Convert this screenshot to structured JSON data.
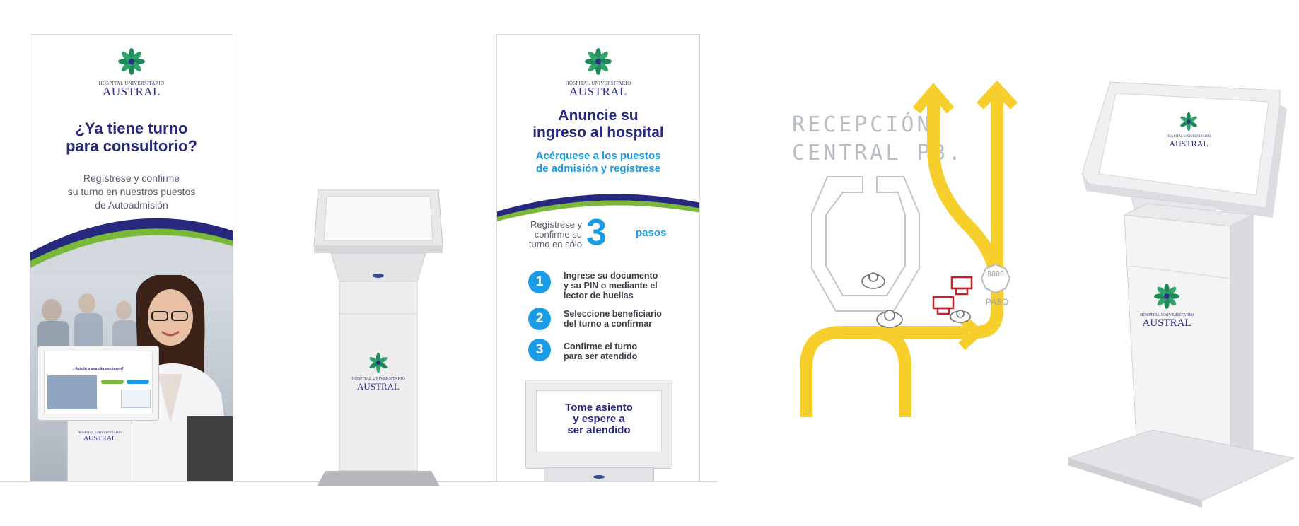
{
  "logo": {
    "subtitle": "HOSPITAL UNIVERSITARIO",
    "name": "AUSTRAL"
  },
  "banner1": {
    "headline_line1": "¿Ya tiene turno",
    "headline_line2": "para consultorio?",
    "body_line1": "Regístrese y confirme",
    "body_line2": "su turno en nuestros puestos",
    "body_line3": "de Autoadmisión"
  },
  "mini_kiosk_screen": {
    "title": "¿Asistió a una cita con turno?"
  },
  "banner2": {
    "headline_line1": "Anuncie su",
    "headline_line2": "ingreso al hospital",
    "subhead_line1": "Acérquese a los puestos",
    "subhead_line2": "de admisión y regístrese",
    "steps_intro_line1": "Regístrese y",
    "steps_intro_line2": "confirme su",
    "steps_intro_line3": "turno en sólo",
    "steps_number": "3",
    "steps_word": "pasos",
    "steps": [
      {
        "num": "1",
        "line1": "Ingrese su documento",
        "line2": "y su PIN o mediante el",
        "line3": "lector de huellas"
      },
      {
        "num": "2",
        "line1": "Seleccione beneficiario",
        "line2": "del turno a confirmar",
        "line3": ""
      },
      {
        "num": "3",
        "line1": "Confirme el turno",
        "line2": "para ser atendido",
        "line3": ""
      }
    ],
    "kiosk_message_line1": "Tome asiento",
    "kiosk_message_line2": "y espere a",
    "kiosk_message_line3": "ser atendido"
  },
  "floorplan": {
    "title_line1": "RECEPCIÓN",
    "title_line2": "CENTRAL PB.",
    "display_label": "8808",
    "paso_label": "PASO"
  },
  "colors": {
    "navy": "#27297e",
    "blue": "#1a9be6",
    "green": "#7ab83a",
    "yellow": "#f7cf2c",
    "red": "#c0232b"
  }
}
